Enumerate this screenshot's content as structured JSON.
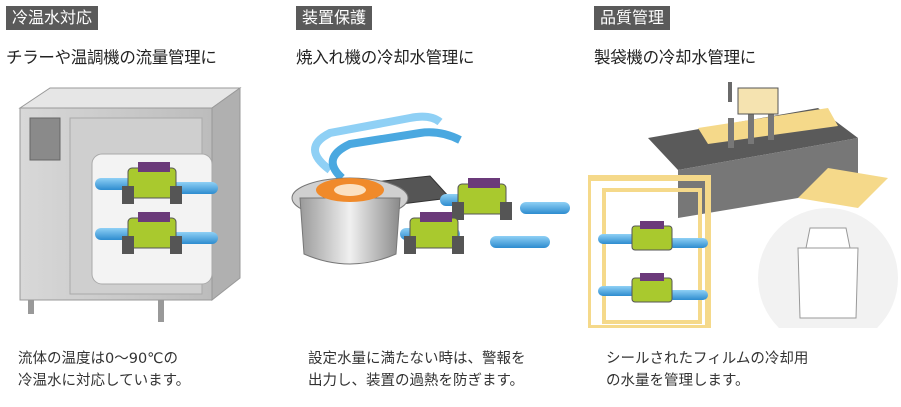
{
  "panels": [
    {
      "tag": "冷温水対応",
      "subtitle": "チラーや温調機の流量管理に",
      "caption": [
        "流体の温度は0～90℃の",
        "冷温水に対応しています。"
      ]
    },
    {
      "tag": "装置保護",
      "subtitle": "焼入れ機の冷却水管理に",
      "caption": [
        "設定水量に満たない時は、警報を",
        "出力し、装置の過熱を防ぎます。"
      ]
    },
    {
      "tag": "品質管理",
      "subtitle": "製袋機の冷却水管理に",
      "caption": [
        "シールされたフィルムの冷却用",
        "の水量を管理します。"
      ]
    }
  ],
  "colors": {
    "tag_bg": "#5a5a5a",
    "pipe_blue": "#4aa8e0",
    "sensor_green": "#a9c92e",
    "sensor_cap": "#6b3a7a",
    "flame_orange": "#f08a2a",
    "frame_yellow": "#f5d98a"
  },
  "icons": [
    "flow-sensor-icon",
    "chiller-unit-icon",
    "hardening-machine-icon",
    "bag-machine-icon",
    "pouch-icon"
  ]
}
